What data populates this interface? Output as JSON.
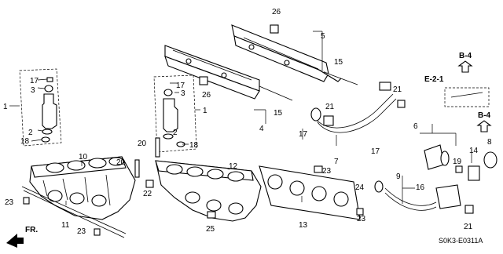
{
  "diagram": {
    "callouts": {
      "c1a": "1",
      "c1b": "1",
      "c2a": "2",
      "c2b": "2",
      "c3a": "3",
      "c3b": "3",
      "c4": "4",
      "c5": "5",
      "c6": "6",
      "c7": "7",
      "c8": "8",
      "c9": "9",
      "c10": "10",
      "c11": "11",
      "c12": "12",
      "c13": "13",
      "c14": "14",
      "c15a": "15",
      "c15b": "15",
      "c16": "16",
      "c17a": "17",
      "c17b": "17",
      "c17c": "17",
      "c17d": "17",
      "c18a": "18",
      "c18b": "18",
      "c19": "19",
      "c20a": "20",
      "c20b": "20",
      "c21a": "21",
      "c21b": "21",
      "c21c": "21",
      "c22": "22",
      "c23a": "23",
      "c23b": "23",
      "c23c": "23",
      "c23d": "23",
      "c24": "24",
      "c25": "25",
      "c26a": "26",
      "c26b": "26"
    },
    "refs": {
      "b4_top": "B-4",
      "b4_right": "B-4",
      "e21": "E-2-1"
    },
    "front_label": "FR.",
    "diagram_code": "S0K3-E0311A"
  }
}
